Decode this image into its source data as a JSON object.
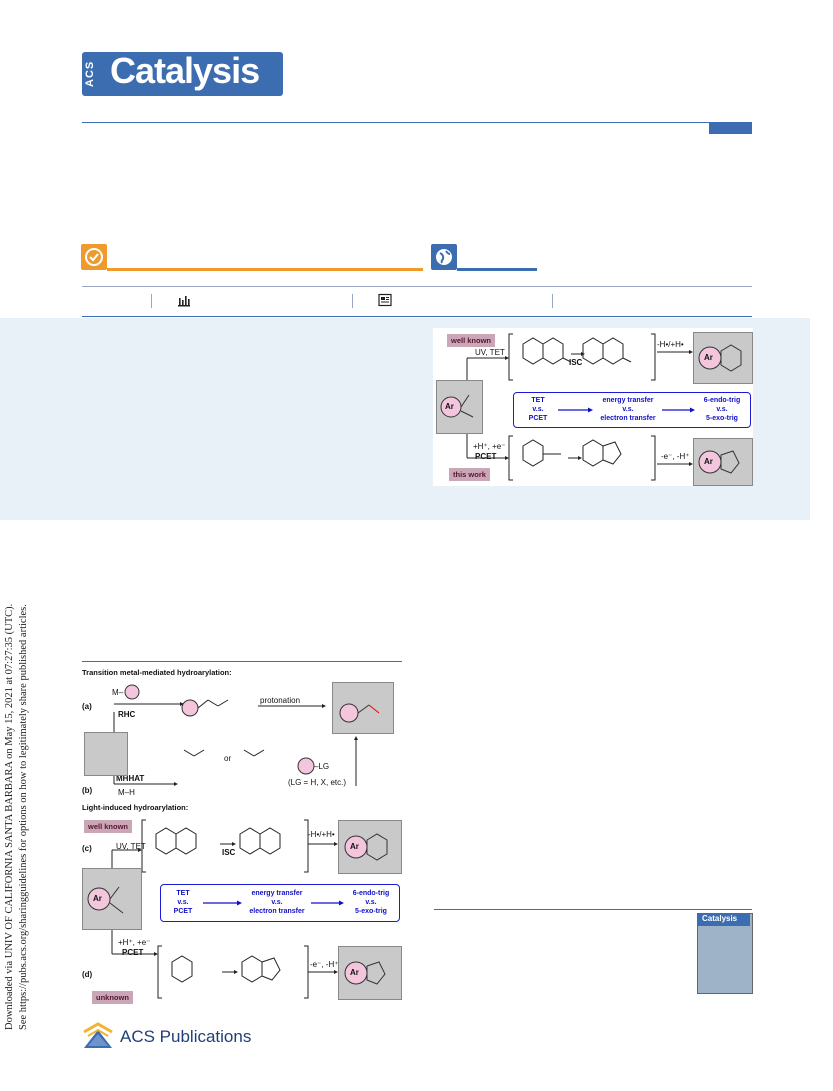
{
  "journal": {
    "logo_acs": "ACS",
    "logo_name": "Catalysis",
    "publisher": "ACS Publications"
  },
  "watermark": {
    "line1": "Downloaded via UNIV OF CALIFORNIA SANTA BARBARA on May 15, 2021 at 07:27:35 (UTC).",
    "line2": "See https://pubs.acs.org/sharingguidelines for options on how to legitimately share published articles."
  },
  "toc_graphic": {
    "tag_known": "well known",
    "tag_this": "this work",
    "uv_tet": "UV, TET",
    "isc": "ISC",
    "h_plus": "-H•/+H•",
    "pcet_cond": "+H⁺, +e⁻",
    "pcet": "PCET",
    "e_h": "-e⁻, -H⁺",
    "ar": "Ar",
    "box_left": "TET\nv.s.\nPCET",
    "box_mid": "energy transfer\nv.s.\nelectron transfer",
    "box_right": "6-endo-trig\nv.s.\n5-exo-trig",
    "box_left_1": "TET",
    "box_left_2": "v.s.",
    "box_left_3": "PCET",
    "box_mid_1": "energy transfer",
    "box_mid_2": "v.s.",
    "box_mid_3": "electron transfer",
    "box_right_1": "6-endo-trig",
    "box_right_2": "v.s.",
    "box_right_3": "5-exo-trig"
  },
  "scheme": {
    "title_tm": "Transition metal-mediated hydroarylation:",
    "label_a": "(a)",
    "label_b": "(b)",
    "m_ar": "M–",
    "rhc": "RHC",
    "protonation": "protonation",
    "mhhat": "MHHAT",
    "m_h": "M–H",
    "or": "or",
    "ar_lg": "–LG",
    "lg_note": "(LG = H, X, etc.)",
    "title_light": "Light-induced hydroarylation:",
    "label_c": "(c)",
    "label_d": "(d)",
    "tag_known": "well known",
    "tag_unknown": "unknown",
    "uv_tet": "UV, TET",
    "isc": "ISC",
    "h_plus": "-H•/+H•",
    "pcet_cond": "+H⁺, +e⁻",
    "pcet": "PCET",
    "e_h": "-e⁻, -H⁺",
    "ar": "Ar"
  },
  "colors": {
    "acs_blue": "#3c6db0",
    "cite_orange": "#ef9a2c",
    "abstract_bg": "#e9f1f8",
    "highlight_pink": "#f4c6dd",
    "compare_blue": "#1010c8"
  },
  "icons": [
    "check-icon",
    "globe-icon",
    "bar-chart-icon",
    "article-icon"
  ]
}
